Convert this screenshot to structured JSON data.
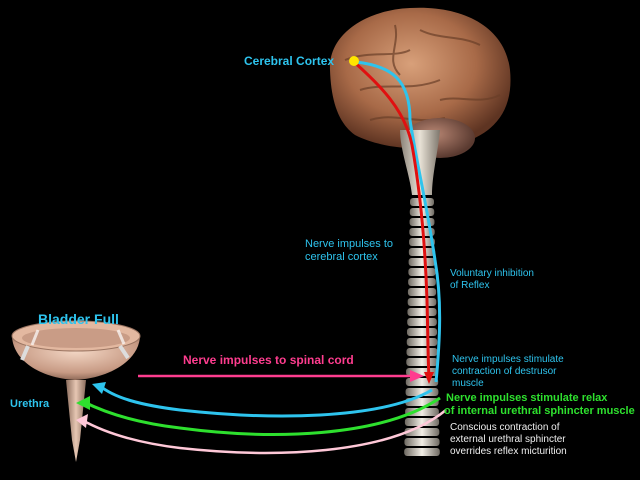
{
  "labels": {
    "cerebral_cortex": "Cerebral Cortex",
    "bladder_full": "Bladder Full",
    "urethra": "Urethra",
    "to_spinal_cord": "Nerve impulses to spinal cord",
    "to_cortex_line1": "Nerve impulses to",
    "to_cortex_line2": "cerebral cortex",
    "voluntary_line1": "Voluntary inhibition",
    "voluntary_line2": "of Reflex",
    "destrusor_line1": "Nerve impulses stimulate",
    "destrusor_line2": "contraction of destrusor",
    "destrusor_line3": "muscle",
    "relax_line1": "Nerve impulses stimulate relax",
    "relax_line2": "of internal urethral sphincter muscle",
    "conscious_line1": "Conscious contraction of",
    "conscious_line2": "external urethral sphincter",
    "conscious_line3": "overrides reflex micturition"
  },
  "colors": {
    "background": "#000000",
    "afferent_to_cortex": "#2ec4ee",
    "cortex_inhibition": "#e01010",
    "to_spinal_cord": "#ff3d8f",
    "sphincter_relax": "#2ee02e",
    "conscious_contraction": "#ffc8d8",
    "cortex_marker": "#ffe600"
  }
}
